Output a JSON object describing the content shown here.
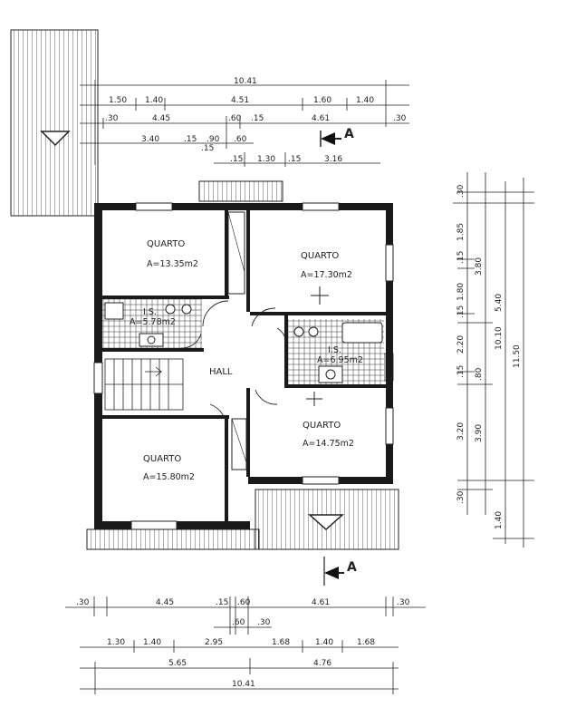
{
  "section_marker": {
    "letter": "A"
  },
  "rooms": [
    {
      "id": "quarto-nw",
      "name": "QUARTO",
      "area": "A=13.35m2"
    },
    {
      "id": "quarto-ne",
      "name": "QUARTO",
      "area": "A=17.30m2"
    },
    {
      "id": "is-west",
      "name": "I.S.",
      "area": "A=5.78m2"
    },
    {
      "id": "is-east",
      "name": "I.S.",
      "area": "A=6.95m2"
    },
    {
      "id": "hall",
      "name": "HALL",
      "area": ""
    },
    {
      "id": "quarto-se",
      "name": "QUARTO",
      "area": "A=14.75m2"
    },
    {
      "id": "quarto-sw",
      "name": "QUARTO",
      "area": "A=15.80m2"
    }
  ],
  "top_dimensions": {
    "row1": [
      "10.41"
    ],
    "row2": [
      "1.50",
      "1.40",
      "4.51",
      "1.60",
      "1.40"
    ],
    "row3": [
      ".30",
      "4.45",
      ".60",
      ".15",
      "4.61",
      ".30"
    ],
    "row4": [
      "3.40",
      ".15",
      ".90",
      ".15",
      ".60"
    ],
    "row5": [
      ".15",
      "1.30",
      ".15",
      "3.16"
    ]
  },
  "bottom_dimensions": {
    "row1": [
      ".30",
      "4.45",
      ".15",
      ".60",
      "4.61",
      ".30"
    ],
    "row2": [
      ".60",
      ".30"
    ],
    "row3": [
      "1.30",
      "1.40",
      "2.95",
      "1.68",
      "1.40",
      "1.68"
    ],
    "row4": [
      "5.65",
      "4.76"
    ],
    "row5": [
      "10.41"
    ]
  },
  "right_dimensions": {
    "col1": [
      ".30",
      "1.85",
      ".15",
      "1.80",
      ".15",
      "2.20",
      ".15",
      "3.20",
      ".30"
    ],
    "col2": [
      "3.80",
      ".80",
      "3.90"
    ],
    "col3": [
      "5.40",
      "10.10",
      "1.40"
    ],
    "col4": [
      "11.50"
    ]
  }
}
